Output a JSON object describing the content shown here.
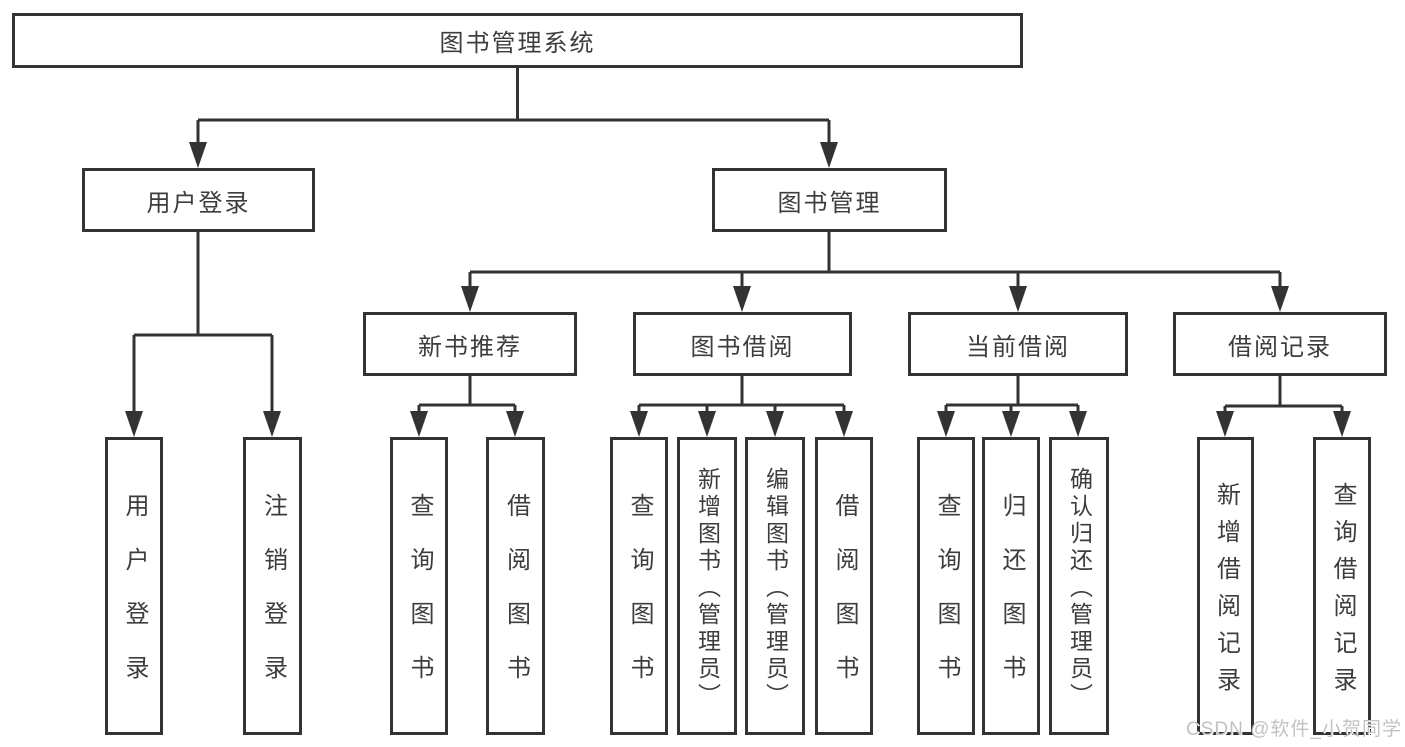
{
  "diagram": {
    "root": {
      "label": "图书管理系统"
    },
    "branches": [
      {
        "label": "用户登录",
        "leaves": [
          "用户登录",
          "注销登录"
        ]
      },
      {
        "label": "图书管理",
        "sections": [
          {
            "label": "新书推荐",
            "leaves": [
              "查询图书",
              "借阅图书"
            ]
          },
          {
            "label": "图书借阅",
            "leaves": [
              "查询图书",
              "新增图书（管理员）",
              "编辑图书（管理员）",
              "借阅图书"
            ]
          },
          {
            "label": "当前借阅",
            "leaves": [
              "查询图书",
              "归还图书",
              "确认归还（管理员）"
            ]
          },
          {
            "label": "借阅记录",
            "leaves": [
              "新增借阅记录",
              "查询借阅记录"
            ]
          }
        ]
      }
    ]
  },
  "watermark": "CSDN @软件_小贺同学",
  "colors": {
    "line": "#333333",
    "text": "#3d3d3d",
    "watermark": "#c2c2c2",
    "background": "#ffffff"
  }
}
